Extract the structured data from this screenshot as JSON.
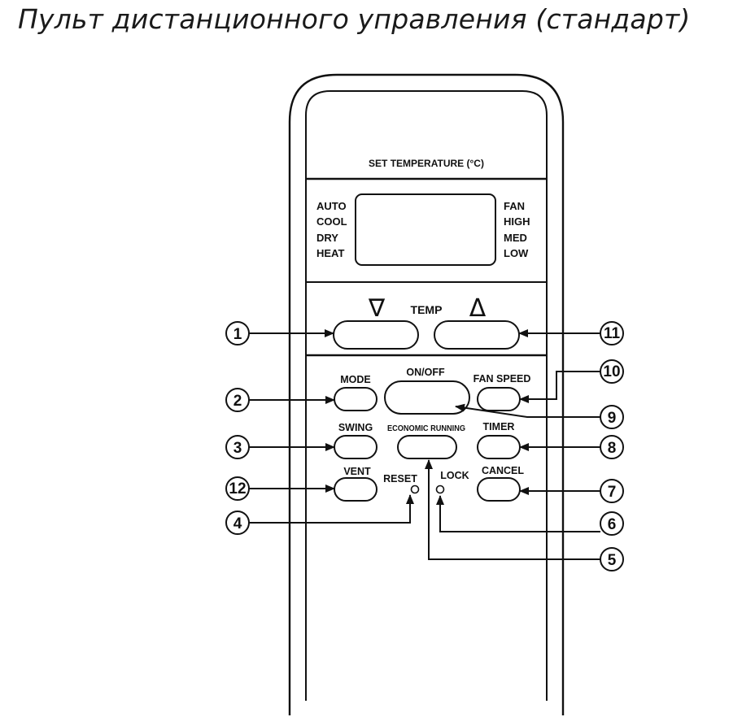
{
  "title": "Пульт дистанционного управления (стандарт)",
  "display": {
    "set_temperature_label": "SET TEMPERATURE (°C)",
    "modes": [
      "AUTO",
      "COOL",
      "DRY",
      "HEAT"
    ],
    "fan_levels": [
      "FAN",
      "HIGH",
      "MED",
      "LOW"
    ]
  },
  "temp": {
    "label": "TEMP",
    "down_symbol": "∇",
    "up_symbol": "Δ"
  },
  "buttons": {
    "on_off": "ON/OFF",
    "mode": "MODE",
    "fan_speed": "FAN SPEED",
    "swing": "SWING",
    "economic_running": "ECONOMIC RUNNING",
    "timer": "TIMER",
    "vent": "VENT",
    "reset": "RESET",
    "lock": "LOCK",
    "cancel": "CANCEL"
  },
  "callouts": {
    "c1": "1",
    "c2": "2",
    "c3": "3",
    "c4": "4",
    "c5": "5",
    "c6": "6",
    "c7": "7",
    "c8": "8",
    "c9": "9",
    "c10": "10",
    "c11": "11",
    "c12": "12"
  }
}
